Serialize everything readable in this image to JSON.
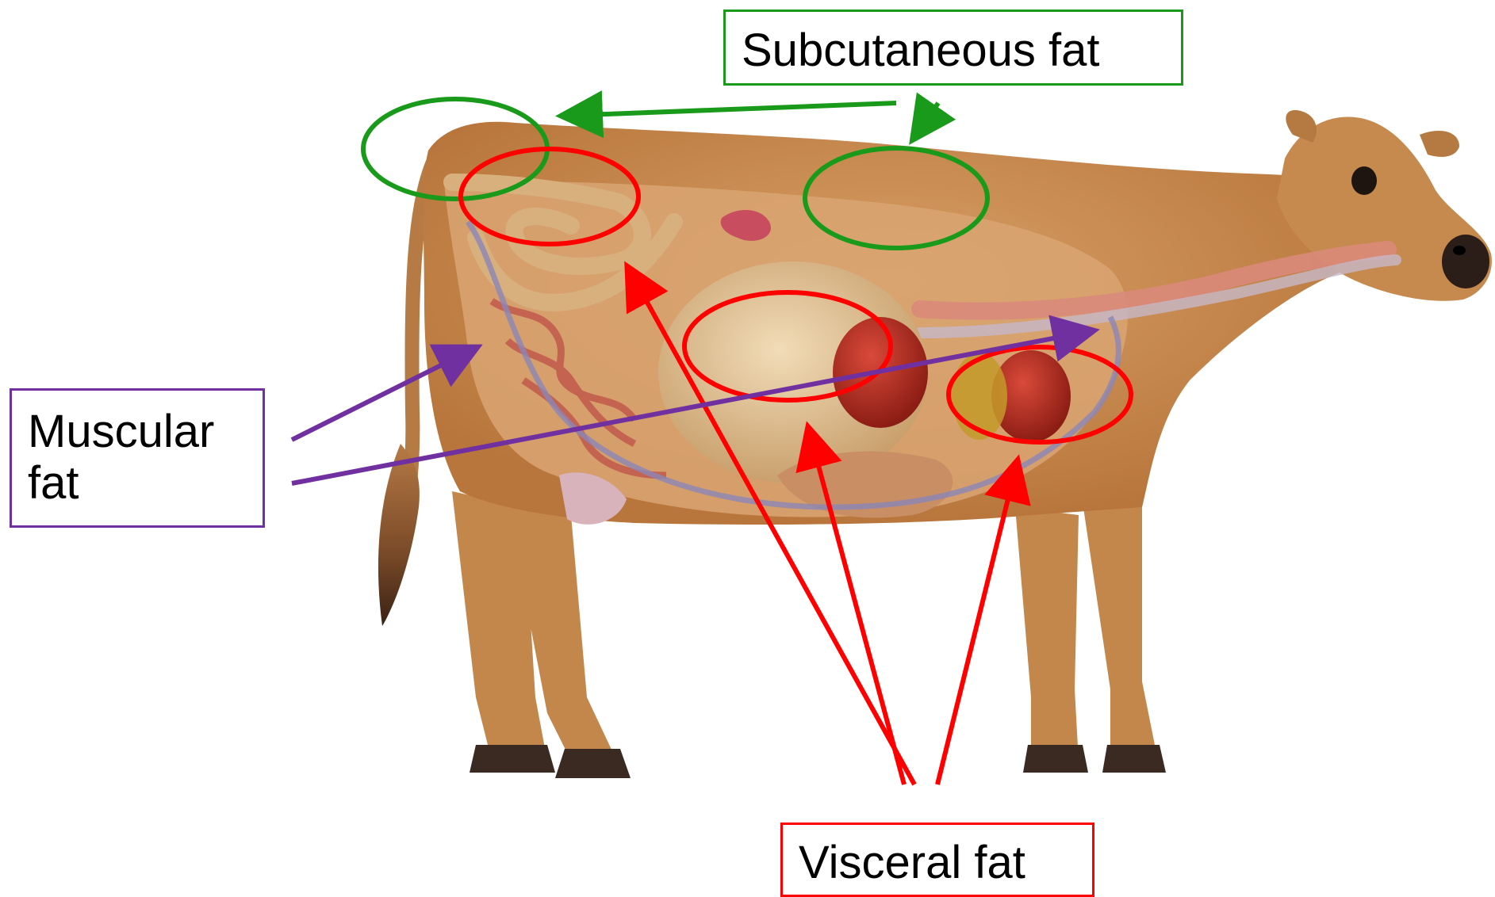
{
  "labels": {
    "subcutaneous": "Subcutaneous fat",
    "muscular_line1": "Muscular",
    "muscular_line2": "fat",
    "visceral": "Visceral fat"
  },
  "colors": {
    "subcutaneous": "#1a9a1a",
    "muscular": "#7030a0",
    "visceral": "#ff0000",
    "cow_coat": "#c98a4b"
  },
  "illustration": {
    "subject": "cow-anatomy-cutaway"
  }
}
